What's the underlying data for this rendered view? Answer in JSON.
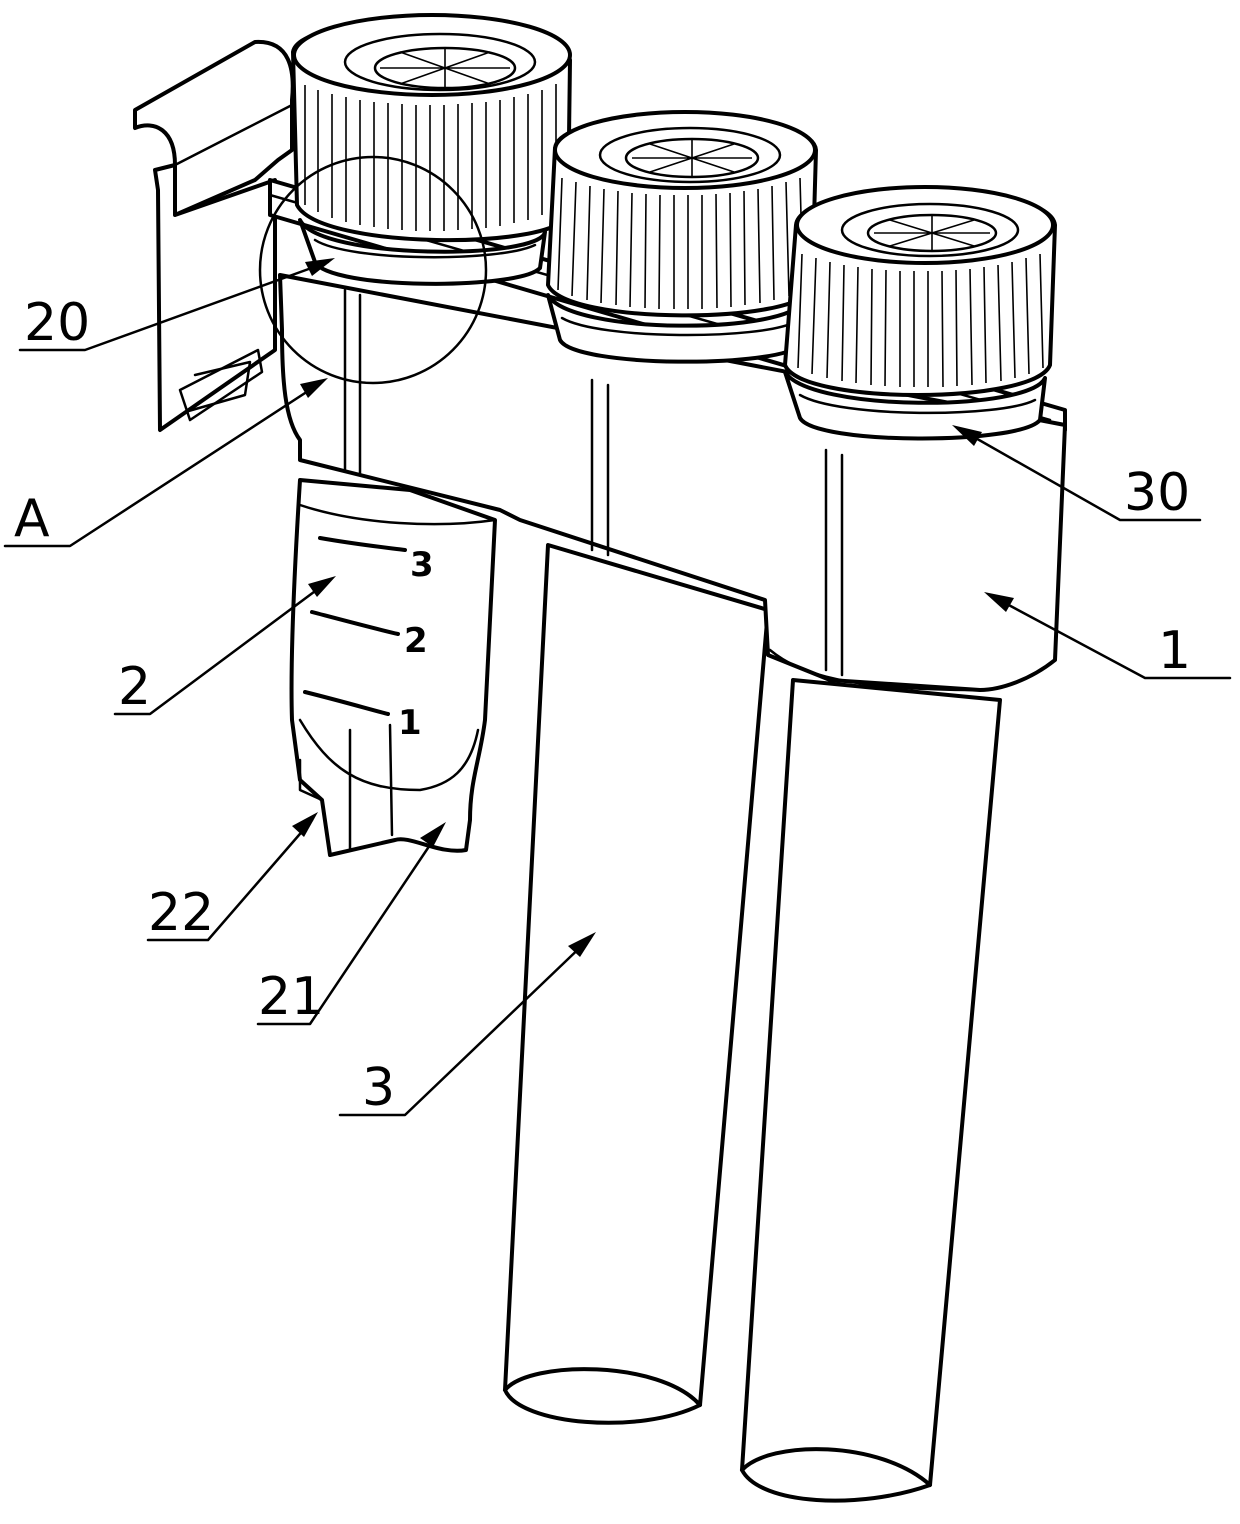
{
  "labels": {
    "l20": "20",
    "lA": "A",
    "l30": "30",
    "l1": "1",
    "l2": "2",
    "l22": "22",
    "l21": "21",
    "l3": "3"
  },
  "graduations": {
    "g3": "3",
    "g2": "2",
    "g1": "1"
  }
}
